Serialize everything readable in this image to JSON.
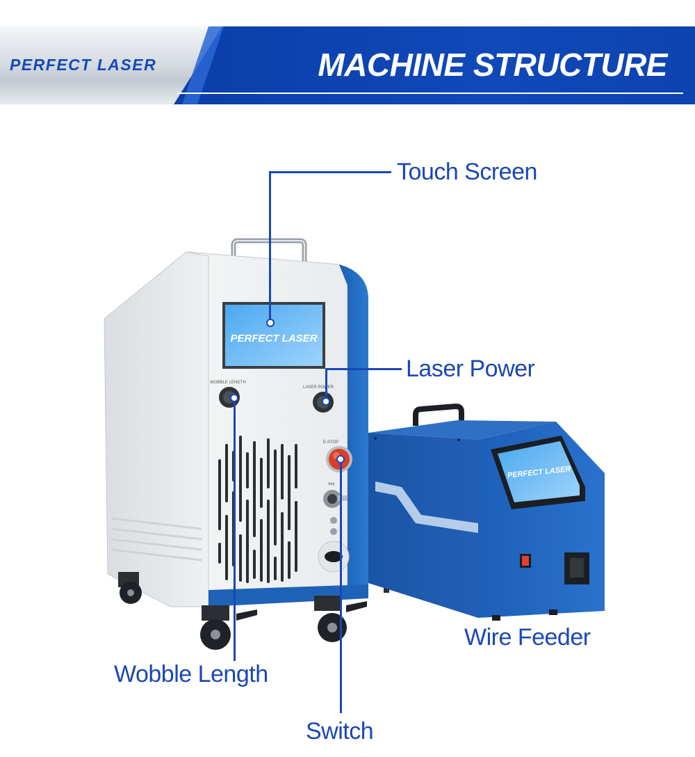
{
  "header": {
    "logo_text": "PERFECT LASER",
    "title": "MACHINE STRUCTURE"
  },
  "machine": {
    "screen_logo_text": "PERFECT LASER",
    "feeder_screen_logo_text": "PERFECT LASER",
    "knob_left_label": "WOBBLE LENGTH",
    "knob_right_label": "LASER POWER",
    "estop_label": "E-STOP",
    "key_label": "key"
  },
  "callouts": {
    "touch_screen": "Touch Screen",
    "laser_power": "Laser Power",
    "wire_feeder": "Wire Feeder",
    "wobble_length": "Wobble Length",
    "switch": "Switch"
  },
  "colors": {
    "brand_blue": "#1a47b3",
    "header_blue": "#0a3fa8",
    "feeder_blue": "#1f63b8",
    "estop_red": "#d6402a"
  }
}
